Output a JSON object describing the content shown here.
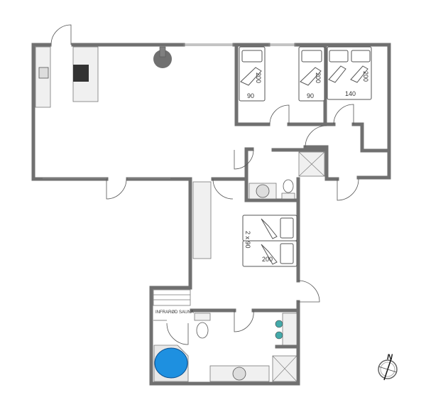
{
  "rooms": {
    "bedroom_a": {
      "bed_1": {
        "length": "200",
        "width": "90"
      },
      "bed_2": {
        "length": "200",
        "width": "90"
      }
    },
    "bedroom_b": {
      "bed": {
        "length": "200",
        "width": "140"
      }
    },
    "bedroom_c": {
      "bed": {
        "count_width": "2 x 90",
        "length": "200"
      }
    },
    "sauna": {
      "label": "INFRARØD SAUNA"
    }
  },
  "compass": {
    "label": "N"
  },
  "colors": {
    "wall": "#707070",
    "tub": "#1e90e0",
    "stove": "#333333"
  }
}
